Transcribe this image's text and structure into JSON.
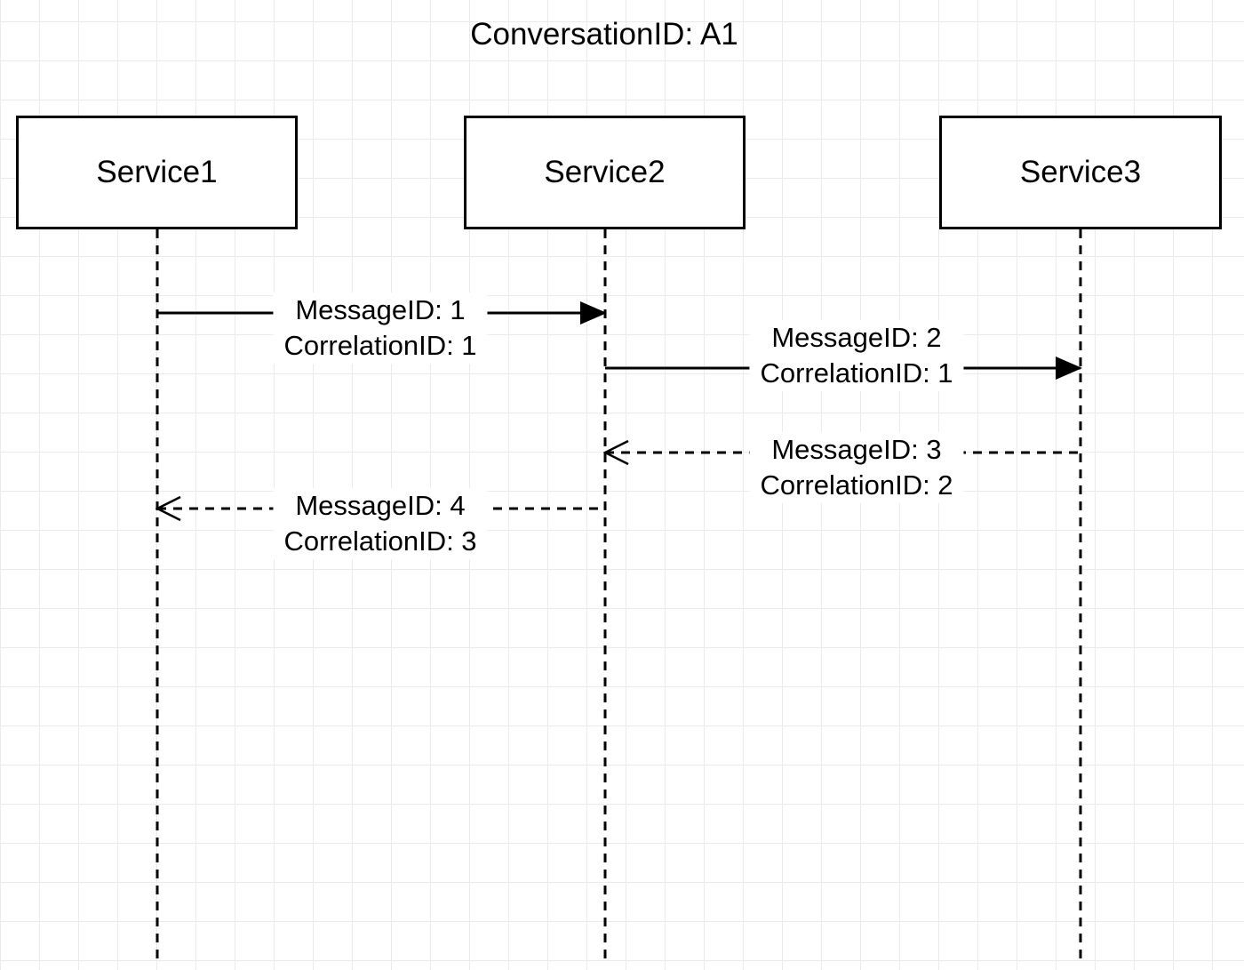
{
  "diagram": {
    "title": "ConversationID: A1",
    "participants": [
      {
        "id": "service1",
        "label": "Service1"
      },
      {
        "id": "service2",
        "label": "Service2"
      },
      {
        "id": "service3",
        "label": "Service3"
      }
    ],
    "messages": [
      {
        "from": "service1",
        "to": "service2",
        "kind": "request",
        "message_label": "MessageID: 1",
        "correlation_label": "CorrelationID: 1"
      },
      {
        "from": "service2",
        "to": "service3",
        "kind": "request",
        "message_label": "MessageID: 2",
        "correlation_label": "CorrelationID: 1"
      },
      {
        "from": "service3",
        "to": "service2",
        "kind": "response",
        "message_label": "MessageID: 3",
        "correlation_label": "CorrelationID: 2"
      },
      {
        "from": "service2",
        "to": "service1",
        "kind": "response",
        "message_label": "MessageID: 4",
        "correlation_label": "CorrelationID: 3"
      }
    ]
  }
}
